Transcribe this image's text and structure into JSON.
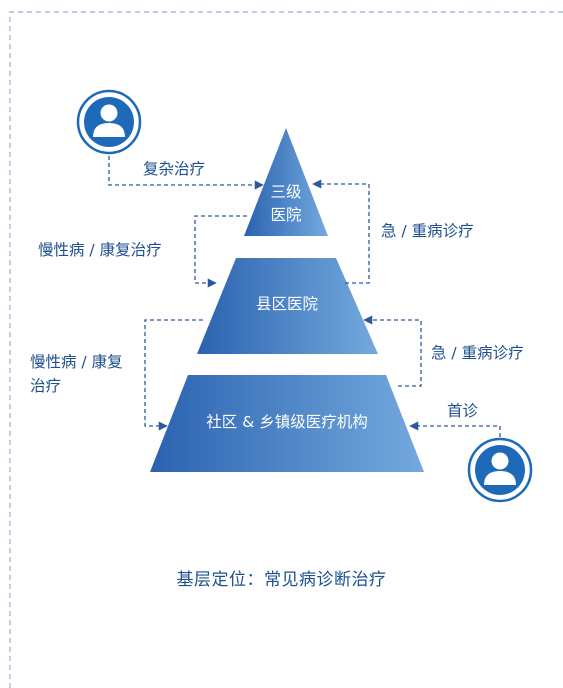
{
  "tiers": {
    "top_line1": "三级",
    "top_line2": "医院",
    "middle": "县区医院",
    "bottom": "社区 & 乡镇级医疗机构"
  },
  "flows": {
    "complex_treatment": "复杂治疗",
    "chronic_rehab_1": "慢性病 / 康复治疗",
    "chronic_rehab_2_line1": "慢性病 / 康复",
    "chronic_rehab_2_line2": "治疗",
    "emergency_1": "急 / 重病诊疗",
    "emergency_2": "急 / 重病诊疗",
    "first_visit": "首诊"
  },
  "caption": "基层定位：常见病诊断治疗",
  "icons": {
    "patient_top": "user-avatar-icon",
    "patient_bottom": "user-avatar-icon"
  },
  "colors": {
    "accent": "#1e6ab8",
    "gradient_dark": "#2b62b0",
    "gradient_light": "#6ea8db",
    "line": "#2a5a9a",
    "border": "#8fb0d6"
  }
}
